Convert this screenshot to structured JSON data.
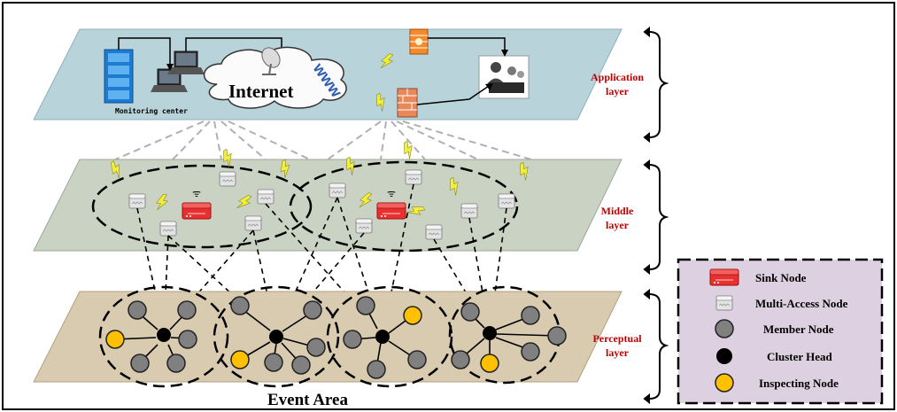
{
  "layers": {
    "application": {
      "line1": "Application",
      "line2": "layer"
    },
    "middle": {
      "line1": "Middle",
      "line2": "layer"
    },
    "perceptual": {
      "line1": "Perceptual",
      "line2": "layer"
    }
  },
  "internet_label": "Internet",
  "monitoring_label": "Monitoring center",
  "event_area_label": "Event Area",
  "legend": {
    "sink": "Sink Node",
    "multi_access": "Multi-Access Node",
    "member": "Member Node",
    "cluster_head": "Cluster Head",
    "inspecting": "Inspecting Node"
  },
  "colors": {
    "application_plane": "#b8d3da",
    "middle_plane": "#c9d2c3",
    "perceptual_plane": "#d9cbb0",
    "legend_bg": "#ddd0e0",
    "layer_label": "#c00000",
    "member_node": "#808080",
    "inspecting_node": "#ffc000",
    "cluster_head": "#000000",
    "sink_node": "#e8302f",
    "bolt": "#f2ee3a"
  }
}
